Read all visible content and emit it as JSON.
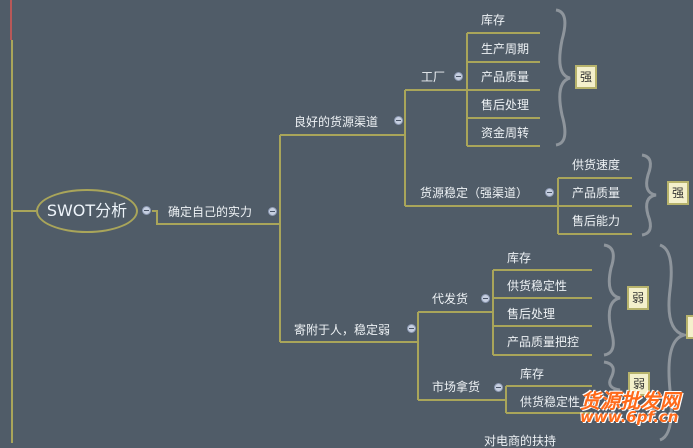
{
  "root": "SWOT分析",
  "l1": "确定自己的实力",
  "a": {
    "label": "良好的货源渠道",
    "factory": {
      "label": "工厂",
      "items": [
        "库存",
        "生产周期",
        "产品质量",
        "售后处理",
        "资金周转"
      ],
      "tag": "强"
    },
    "stable": {
      "label": "货源稳定（强渠道）",
      "items": [
        "供货速度",
        "产品质量",
        "售后能力"
      ],
      "tag": "强"
    }
  },
  "b": {
    "label": "寄附于人，稳定弱",
    "dropship": {
      "label": "代发货",
      "items": [
        "库存",
        "供货稳定性",
        "售后处理",
        "产品质量把控"
      ],
      "tag": "弱"
    },
    "market": {
      "label": "市场拿货",
      "items": [
        "库存",
        "供货稳定性"
      ],
      "tag": "弱"
    }
  },
  "next": "对电商的扶持",
  "watermark": {
    "cn": "货源批发网",
    "url": "www.6pf.cn"
  }
}
